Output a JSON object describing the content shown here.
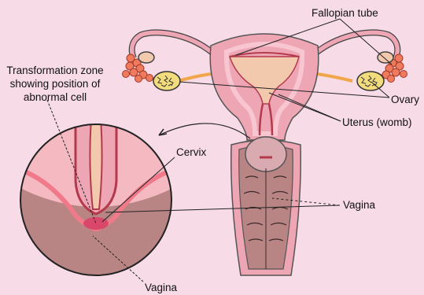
{
  "labels": {
    "fallopian_tube": "Fallopian tube",
    "transformation_zone_line1": "Transformation zone",
    "transformation_zone_line2": "showing position of",
    "transformation_zone_line3": "abnormal cell",
    "ovary": "Ovary",
    "uterus": "Uterus (womb)",
    "cervix": "Cervix",
    "vagina_right": "Vagina",
    "vagina_bottom": "Vagina"
  },
  "colors": {
    "background": "#f7dbe6",
    "tissue_pink": "#eea5b4",
    "inner_cavity": "#f2c9ad",
    "dark_red": "#b23a4c",
    "vagina_wall": "#b98584",
    "ovary_yellow": "#f3dc7e",
    "tube_orange": "#f0a64a"
  }
}
